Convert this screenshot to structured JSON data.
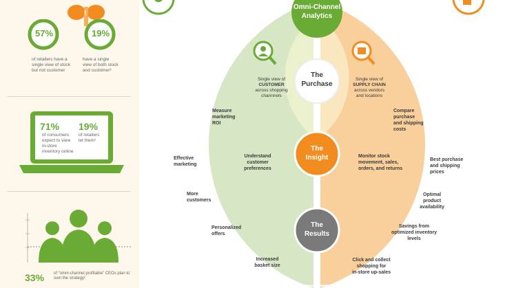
{
  "sidebar": {
    "stat1": {
      "value": "57%",
      "text": "of retailers have a single view of stock but not customer"
    },
    "stat2": {
      "value": "19%",
      "text": "have a single view of both stock and customer³"
    },
    "stat3": {
      "value": "71%",
      "text": "of consumers expect to view in-store inventory online"
    },
    "stat4": {
      "value": "19%",
      "text": "of retailers let them¹"
    },
    "stat5": {
      "value": "33%",
      "text": "of “omni-channel profitable” CEOs plan to own the strategy²"
    }
  },
  "top": {
    "title_line1": "Omni-Channel",
    "title_line2": "Analytics"
  },
  "purchase": {
    "center_line1": "The",
    "center_line2": "Purchase",
    "customer_pre": "Single view of",
    "customer_key": "CUSTOMER",
    "customer_post1": "across shopping",
    "customer_post2": "channnels",
    "supply_pre": "Single view of",
    "supply_key": "SUPPLY CHAIN",
    "supply_post1": "across vendors",
    "supply_post2": "and locations"
  },
  "insight": {
    "center_line1": "The",
    "center_line2": "Insight"
  },
  "results": {
    "center_line1": "The",
    "center_line2": "Results"
  },
  "left_labels": {
    "measure": [
      "Measure",
      "marketing",
      "ROI"
    ],
    "understand": [
      "Understand",
      "customer",
      "preferences"
    ],
    "effective": [
      "Effective",
      "marketing"
    ],
    "more": [
      "More",
      "customers"
    ],
    "personalized": [
      "Personalized",
      "offers"
    ],
    "increased": [
      "Increased",
      "basket size"
    ]
  },
  "right_labels": {
    "compare": [
      "Compare",
      "purchase",
      "and shipping",
      "costs"
    ],
    "monitor": [
      "Monitor stock",
      "movement, sales,",
      "orders, and returns"
    ],
    "best": [
      "Best purchase",
      "and shipping",
      "prices"
    ],
    "optimal": [
      "Optimal",
      "product",
      "availability"
    ],
    "savings": [
      "Savings from",
      "optimized inventory",
      "levels"
    ],
    "click": [
      "Click and collect",
      "shopping for",
      "in-store up-sales"
    ]
  },
  "colors": {
    "green": "#6aab36",
    "light_green": "#d7e6c5",
    "pale_green": "#ecf1cd",
    "orange": "#f28c1e",
    "light_orange": "#f9cf9b",
    "pale_orange": "#fbe7bf",
    "grey": "#7a7a7a",
    "cream": "#fdf7ec"
  },
  "icons": {
    "customer_icon": "person-magnifier-icon",
    "supply_icon": "box-magnifier-icon",
    "top_left_icon": "person-badge-icon",
    "top_right_icon": "cart-box-icon",
    "laptop_icon": "laptop-icon",
    "silhouettes_icon": "people-silhouette-icon",
    "retailers_icon": "butterfly-hands-icon"
  }
}
